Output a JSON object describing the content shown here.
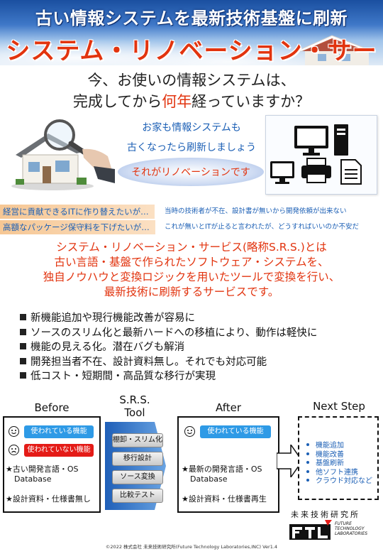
{
  "header": {
    "title": "古い情報システムを最新技術基盤に刷新",
    "subtitle": "システム・リノベーション・サービス"
  },
  "question": {
    "line1": "今、お使いの情報システムは、",
    "line2_prefix": "完成してから",
    "line2_highlight": "何年",
    "line2_suffix": "経っていますか？"
  },
  "speech": {
    "line1": "お家も情報システムも",
    "line2": "古くなったら刷新しましょう",
    "highlight": "それがリノベーションです"
  },
  "problems": [
    {
      "left": "経営に貢献できるITに作り替えたいが…",
      "right": "当時の技術者が不在、設計書が無いから開発依頼が出来ない"
    },
    {
      "left": "高額なパッケージ保守料を下げたいが…",
      "right": "これが無いとITが止ると言われたが、どうすればいいのか不安だ"
    }
  ],
  "definition": [
    "システム・リノベーション・サービス(略称S.R.S.)とは",
    "古い言語・基盤で作られたソフトウェア・システムを、",
    "独自ノウハウと変換ロジックを用いたツールで変換を行い、",
    "最新技術に刷新するサービスです。"
  ],
  "features": [
    "新機能追加や現行機能改善が容易に",
    "ソースのスリム化と最新ハードへの移植により、動作は軽快に",
    "機能の見える化。潜在バグも解消",
    "開発担当者不在、設計資料無し。それでも対応可能",
    "低コスト・短期間・高品質な移行が実現"
  ],
  "flow": {
    "before": {
      "label": "Before",
      "used": "使われている機能",
      "unused": "使われていない機能",
      "lang_line1": "★古い開発言語・OS",
      "lang_line2": "Database",
      "docs": "★設計資料・仕様書無し"
    },
    "tool": {
      "label_line1": "S.R.S.",
      "label_line2": "Tool",
      "steps": [
        "棚卸・スリム化",
        "移行設計",
        "ソース変換",
        "比較テスト"
      ]
    },
    "after": {
      "label": "After",
      "used": "使われている機能",
      "lang_line1": "★最新の開発言語・OS",
      "lang_line2": "Database",
      "docs": "★設計資料・仕様書再生"
    },
    "next": {
      "label": "Next Step",
      "items": [
        "機能追加",
        "機能改善",
        "基盤刷新",
        "他ソフト連携",
        "クラウド対応など"
      ]
    }
  },
  "logo": {
    "kanji": "未来技術研究所",
    "en_line1": "FUTURE",
    "en_line2": "TECHNOLOGY",
    "en_line3": "LABORATORIES",
    "mark": "FTL"
  },
  "footer": {
    "copyright": "©2022 株式会社 未来技術研究所(Future Technology Laboratories,INC) Ver1.4"
  },
  "colors": {
    "accent_red": "#e2340f",
    "accent_blue": "#1b5fb5",
    "pill_blue": "#2e9ae6",
    "pill_red": "#e41b17"
  }
}
